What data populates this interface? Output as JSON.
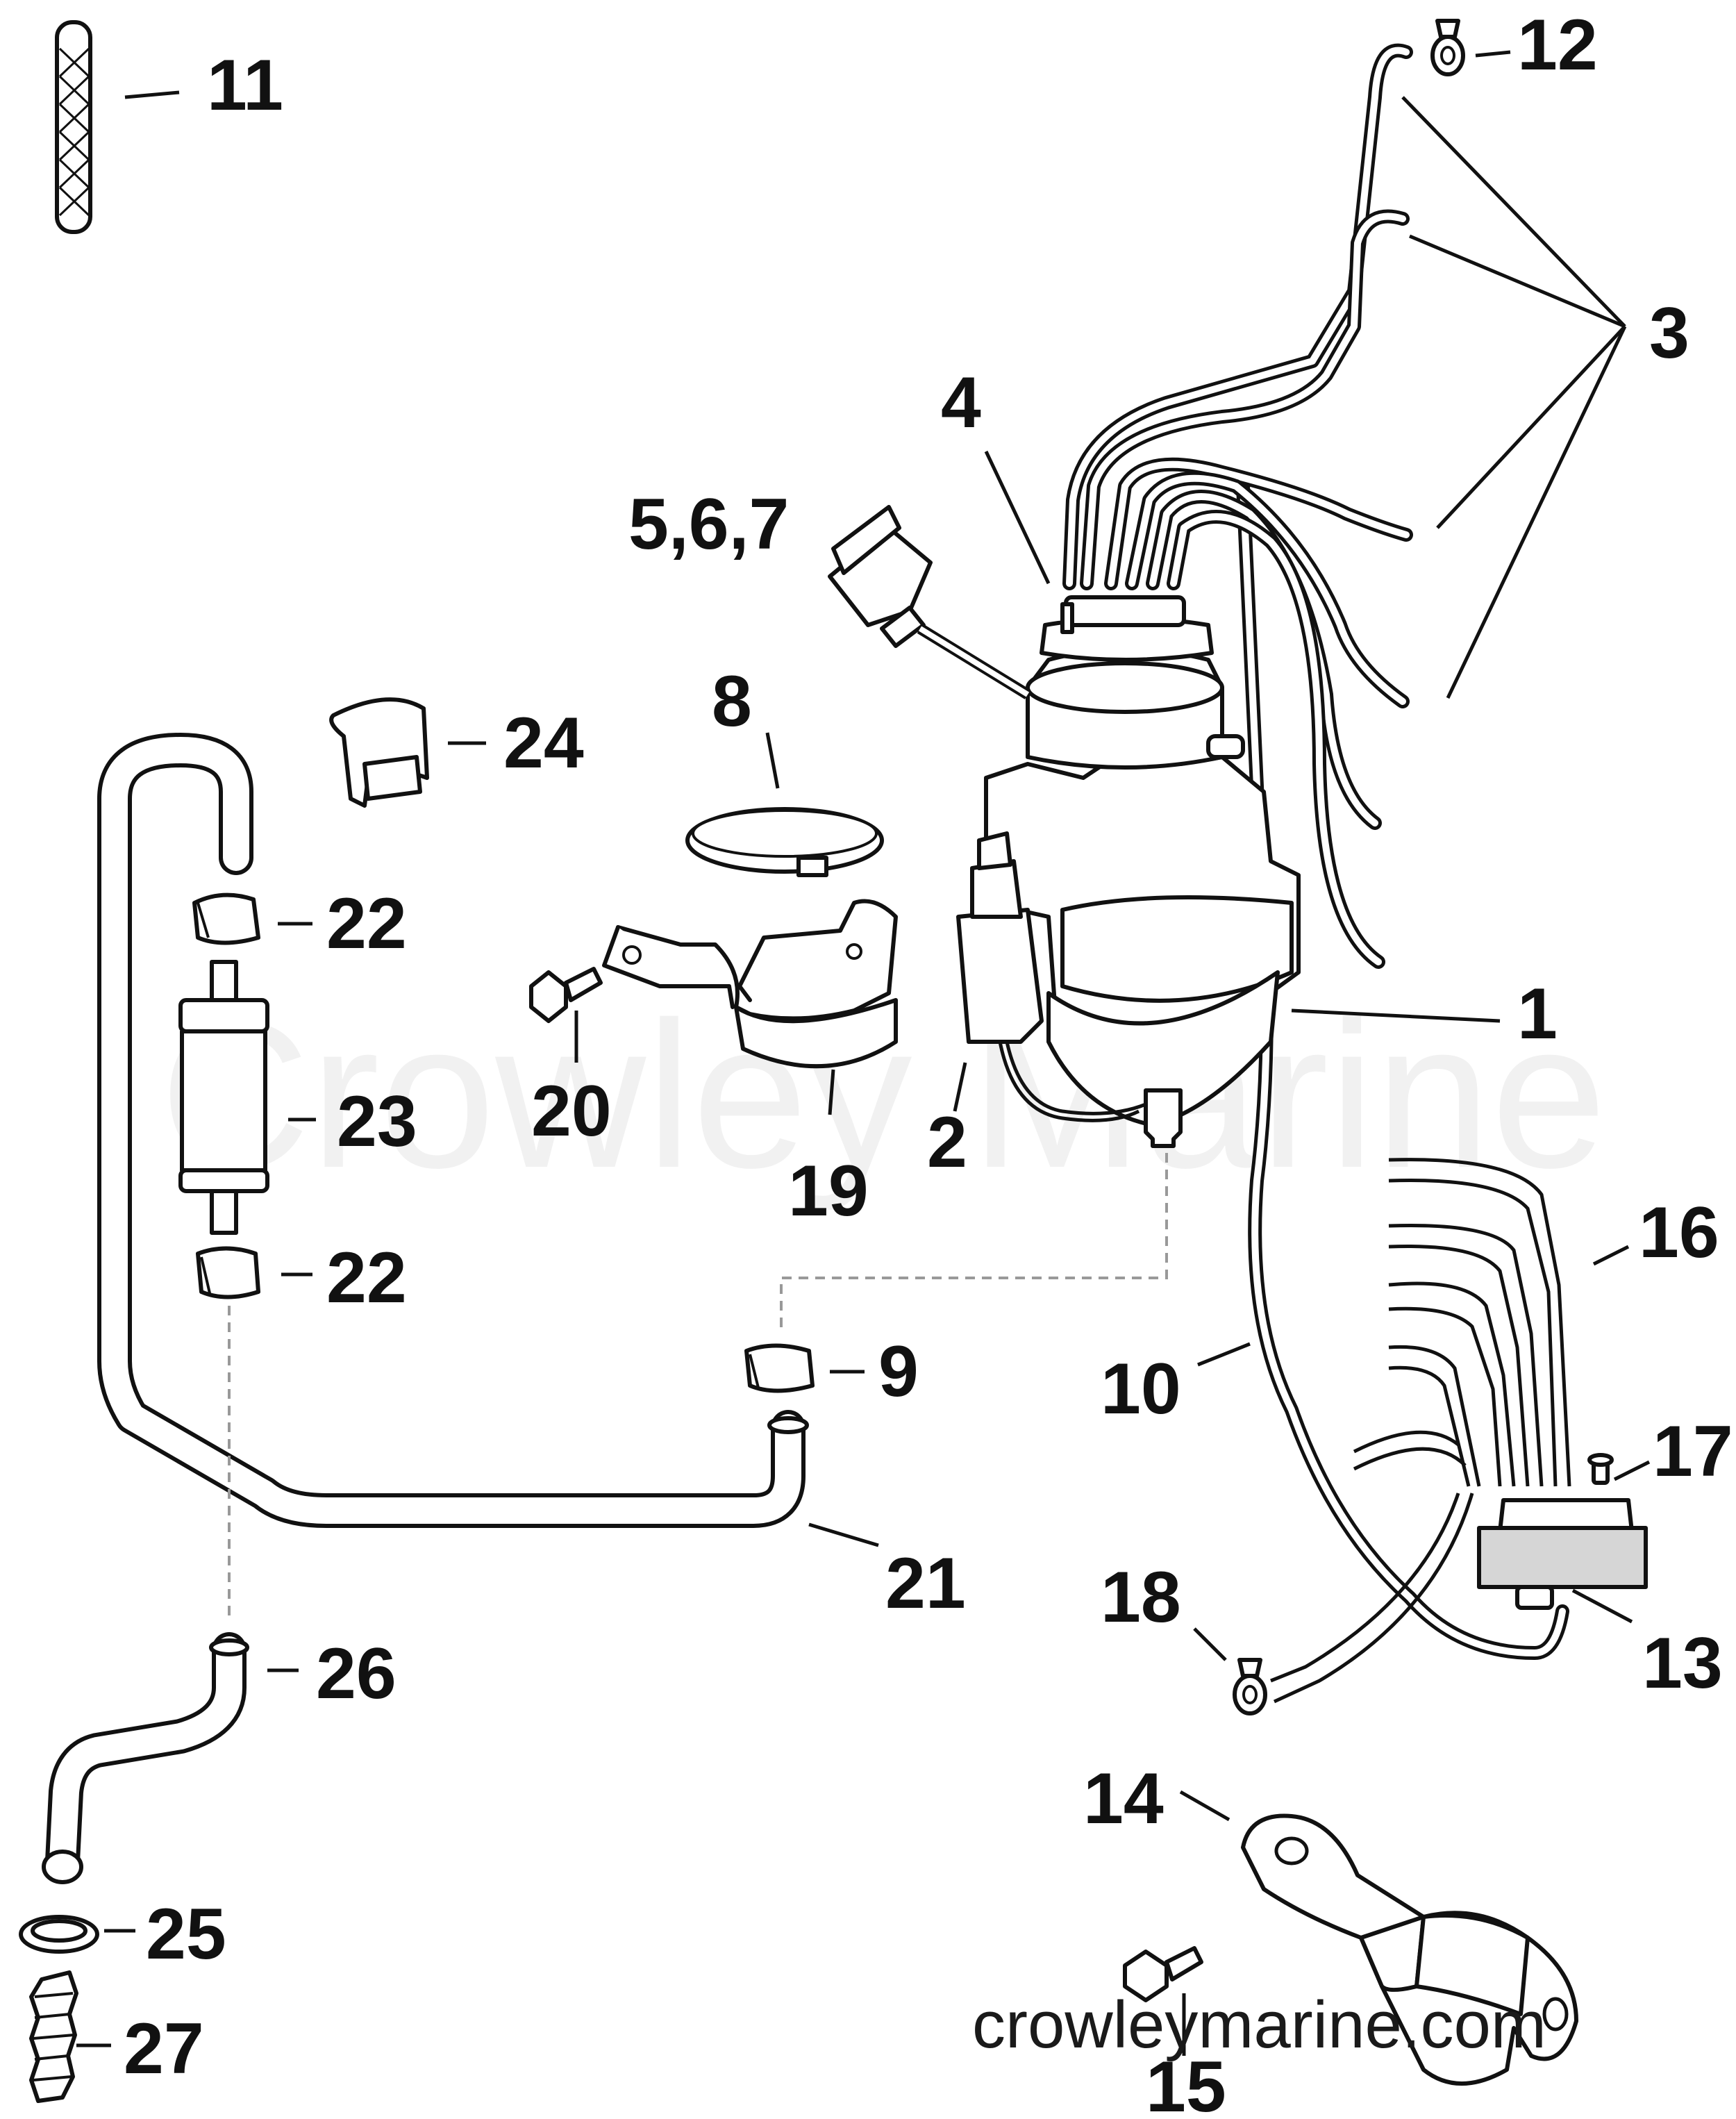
{
  "watermark": "Crowley Marine",
  "footer_url": "crowleymarine.com",
  "callouts": {
    "c1": "1",
    "c2": "2",
    "c3": "3",
    "c4": "4",
    "c567": "5,6,7",
    "c8": "8",
    "c9": "9",
    "c10": "10",
    "c11": "11",
    "c12": "12",
    "c13": "13",
    "c14": "14",
    "c15": "15",
    "c16": "16",
    "c17": "17",
    "c18": "18",
    "c19": "19",
    "c20": "20",
    "c21": "21",
    "c22a": "22",
    "c22b": "22",
    "c23": "23",
    "c24": "24",
    "c25": "25",
    "c26": "26",
    "c27": "27"
  }
}
